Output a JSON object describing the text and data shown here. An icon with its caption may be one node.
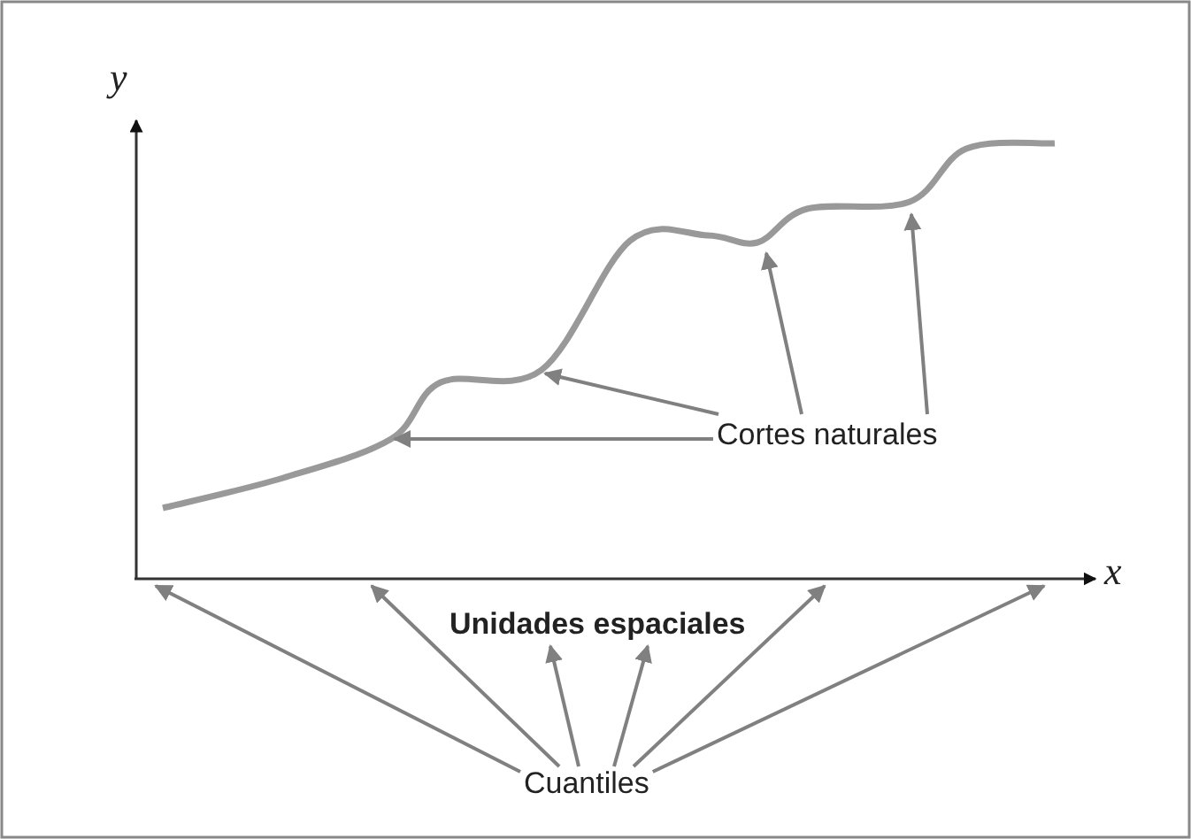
{
  "diagram": {
    "nodes": [
      {
        "text": [
          "Cortes naturales"
        ]
      },
      {
        "text": [
          "Unidades espaciales"
        ]
      },
      {
        "text": [
          "Cuantiles"
        ]
      }
    ],
    "edges": [
      {
        "from": 0,
        "to": null,
        "arrow": "to"
      },
      {
        "from": 0,
        "to": null,
        "arrow": "to"
      },
      {
        "from": 0,
        "to": null,
        "arrow": "to"
      },
      {
        "from": 0,
        "to": null,
        "arrow": "to"
      },
      {
        "from": 2,
        "to": null,
        "arrow": "to"
      },
      {
        "from": 2,
        "to": null,
        "arrow": "to"
      },
      {
        "from": 2,
        "to": 1,
        "arrow": "to"
      },
      {
        "from": 2,
        "to": 1,
        "arrow": "to"
      },
      {
        "from": 2,
        "to": null,
        "arrow": "to"
      },
      {
        "from": 2,
        "to": null,
        "arrow": "to"
      }
    ],
    "labels": [
      "y",
      "x"
    ]
  }
}
